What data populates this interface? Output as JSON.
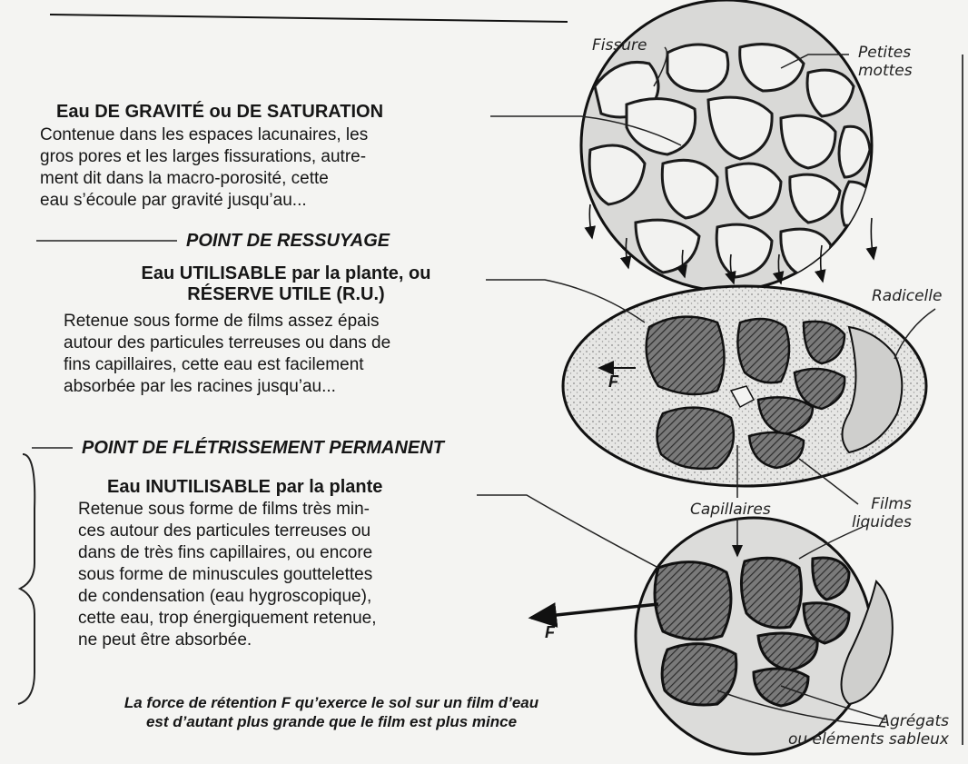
{
  "gravity": {
    "title": "Eau DE GRAVITÉ ou DE SATURATION",
    "lines": [
      "Contenue dans les espaces lacunaires, les",
      "gros pores et les larges fissurations, autre-",
      "ment dit dans la macro-porosité, cette",
      "eau s’écoule par gravité jusqu’au..."
    ]
  },
  "section_ressuyage": "POINT DE RESSUYAGE",
  "useful": {
    "title_line1": "Eau UTILISABLE par la plante, ou",
    "title_line2": "RÉSERVE UTILE (R.U.)",
    "lines": [
      "Retenue sous forme de films assez épais",
      "autour des particules terreuses ou dans de",
      "fins capillaires, cette eau est facilement",
      "absorbée par les racines jusqu’au..."
    ]
  },
  "section_fletrissement": "POINT DE FLÉTRISSEMENT PERMANENT",
  "unusable": {
    "title": "Eau INUTILISABLE par la plante",
    "lines": [
      "Retenue sous forme de films très min-",
      "ces autour des particules terreuses ou",
      "dans de très fins capillaires, ou encore",
      "sous forme de minuscules gouttelettes",
      "de condensation (eau hygroscopique),",
      "cette eau, trop énergiquement retenue,",
      "ne peut être absorbée."
    ]
  },
  "footnote": {
    "line1": "La force de rétention F qu’exerce le sol sur un film d’eau",
    "line2": "est d’autant plus grande que le film est plus mince"
  },
  "labels": {
    "fissure": "Fissure",
    "petites_line1": "Petites",
    "petites_line2": "mottes",
    "radicelle": "Radicelle",
    "capillaires": "Capillaires",
    "films_line1": "Films",
    "films_line2": "liquides",
    "agregats_line1": "Agrégats",
    "agregats_line2": "ou éléments sableux",
    "force_label": "F"
  }
}
